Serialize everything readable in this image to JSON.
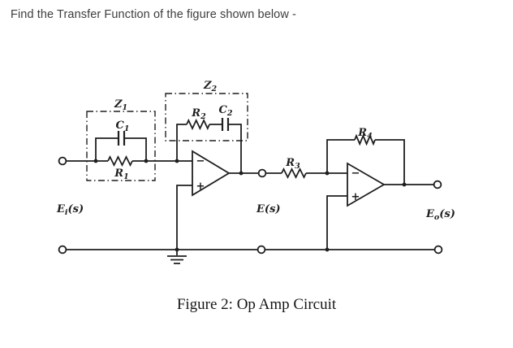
{
  "title": "Find the Transfer Function of the figure shown below -",
  "figure": {
    "caption": "Figure 2: Op Amp Circuit",
    "blocks": {
      "z1": {
        "base": "Z",
        "sub": "1"
      },
      "z2": {
        "base": "Z",
        "sub": "2"
      }
    },
    "components": {
      "c1": {
        "base": "C",
        "sub": "1"
      },
      "r1": {
        "base": "R",
        "sub": "1"
      },
      "r2": {
        "base": "R",
        "sub": "2"
      },
      "c2": {
        "base": "C",
        "sub": "2"
      },
      "r3": {
        "base": "R",
        "sub": "3"
      },
      "r4": {
        "base": "R",
        "sub": "4"
      }
    },
    "signals": {
      "input": {
        "base": "E",
        "sub": "i",
        "suffix": "(s)"
      },
      "intermediate": {
        "base": "E",
        "suffix": "(s)"
      },
      "output": {
        "base": "E",
        "sub": "o",
        "suffix": "(s)"
      }
    },
    "opamps": {
      "inverting_label": "−",
      "noninverting_label": "+"
    }
  },
  "colors": {
    "line": "#1f1f1f",
    "title_text": "#3d3d3d",
    "caption_text": "#151515",
    "background": "#ffffff"
  }
}
